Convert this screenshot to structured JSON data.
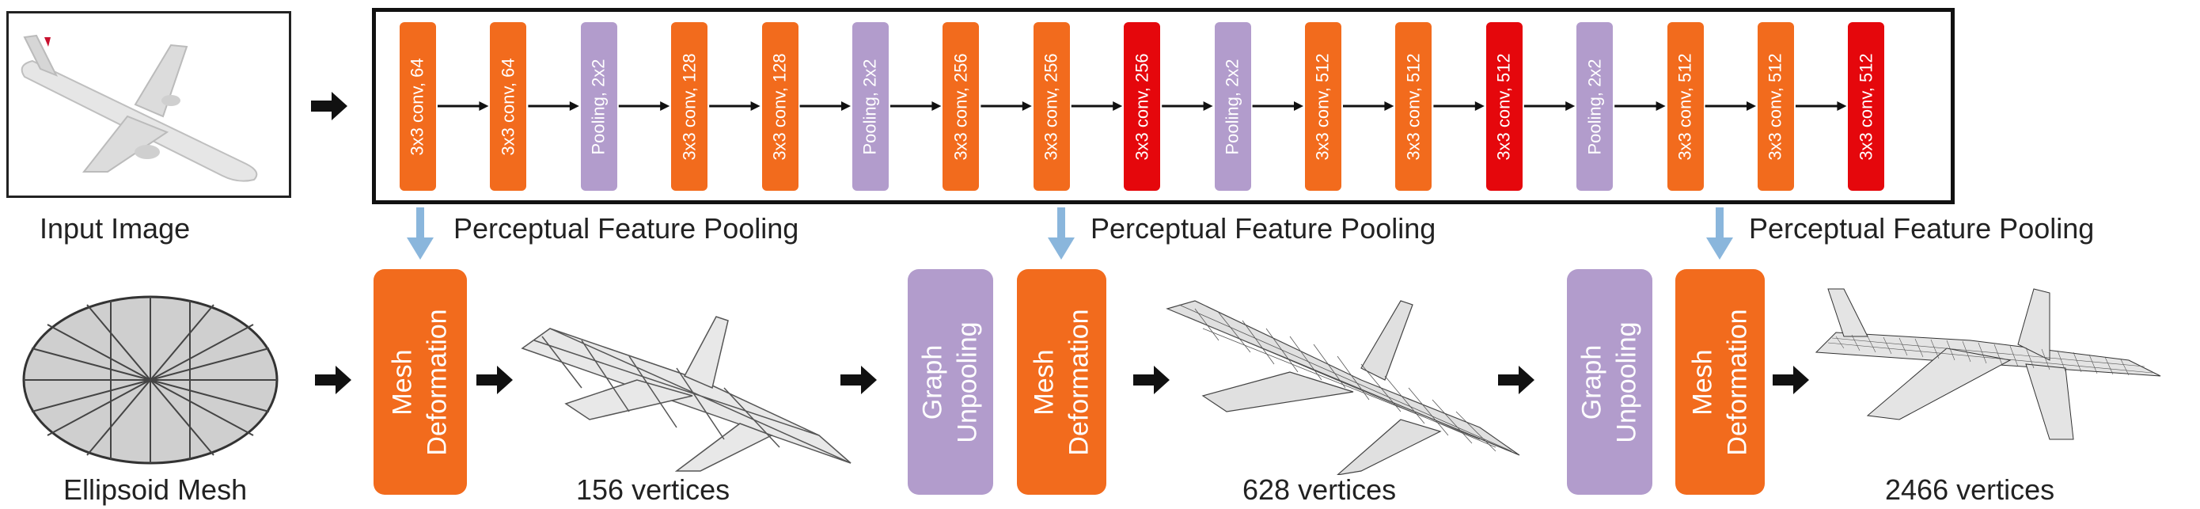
{
  "colors": {
    "conv": "#f26b1d",
    "conv_red": "#e5070c",
    "pool": "#b29ccc",
    "deform": "#f26b1d",
    "unpool": "#b29ccc",
    "blue_arrow": "#8ab6dc",
    "arrow": "#111111"
  },
  "input_image_label": "Input Image",
  "ellipsoid_label": "Ellipsoid Mesh",
  "cnn_layers": [
    {
      "label": "3x3 conv, 64",
      "kind": "conv"
    },
    {
      "label": "3x3 conv, 64",
      "kind": "conv"
    },
    {
      "label": "Pooling, 2x2",
      "kind": "pool"
    },
    {
      "label": "3x3 conv, 128",
      "kind": "conv"
    },
    {
      "label": "3x3 conv, 128",
      "kind": "conv"
    },
    {
      "label": "Pooling, 2x2",
      "kind": "pool"
    },
    {
      "label": "3x3 conv, 256",
      "kind": "conv"
    },
    {
      "label": "3x3 conv, 256",
      "kind": "conv"
    },
    {
      "label": "3x3 conv, 256",
      "kind": "conv_red"
    },
    {
      "label": "Pooling, 2x2",
      "kind": "pool"
    },
    {
      "label": "3x3 conv, 512",
      "kind": "conv"
    },
    {
      "label": "3x3 conv, 512",
      "kind": "conv"
    },
    {
      "label": "3x3 conv, 512",
      "kind": "conv_red"
    },
    {
      "label": "Pooling, 2x2",
      "kind": "pool"
    },
    {
      "label": "3x3 conv, 512",
      "kind": "conv"
    },
    {
      "label": "3x3 conv, 512",
      "kind": "conv"
    },
    {
      "label": "3x3 conv, 512",
      "kind": "conv_red"
    }
  ],
  "pooling_labels": [
    "Perceptual Feature Pooling",
    "Perceptual Feature Pooling",
    "Perceptual Feature Pooling"
  ],
  "blocks": {
    "deform1": "Mesh\nDeformation",
    "unpool1": "Graph\nUnpooling",
    "deform2": "Mesh\nDeformation",
    "unpool2": "Graph\nUnpooling",
    "deform3": "Mesh\nDeformation"
  },
  "vertex_labels": [
    "156 vertices",
    "628 vertices",
    "2466 vertices"
  ]
}
